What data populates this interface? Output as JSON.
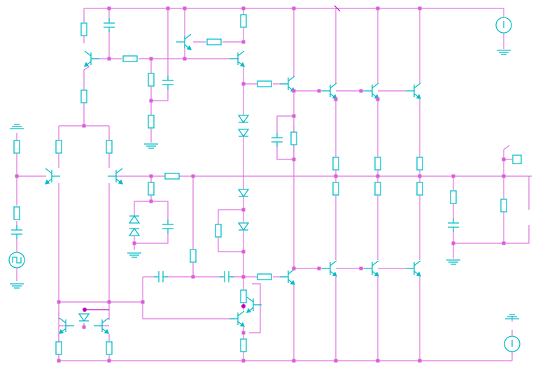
{
  "diagram": {
    "title": "",
    "colors": {
      "wire": "#e070e0",
      "component": "#00bcc8",
      "node": "#d95fd9",
      "probe": "#c000c0",
      "background": "#ffffff"
    },
    "component_types": [
      "resistor",
      "capacitor",
      "npn-transistor",
      "pnp-transistor",
      "diode",
      "zener-diode",
      "dc-voltage-source",
      "signal-source",
      "ground",
      "probe-terminal"
    ],
    "labels": []
  }
}
